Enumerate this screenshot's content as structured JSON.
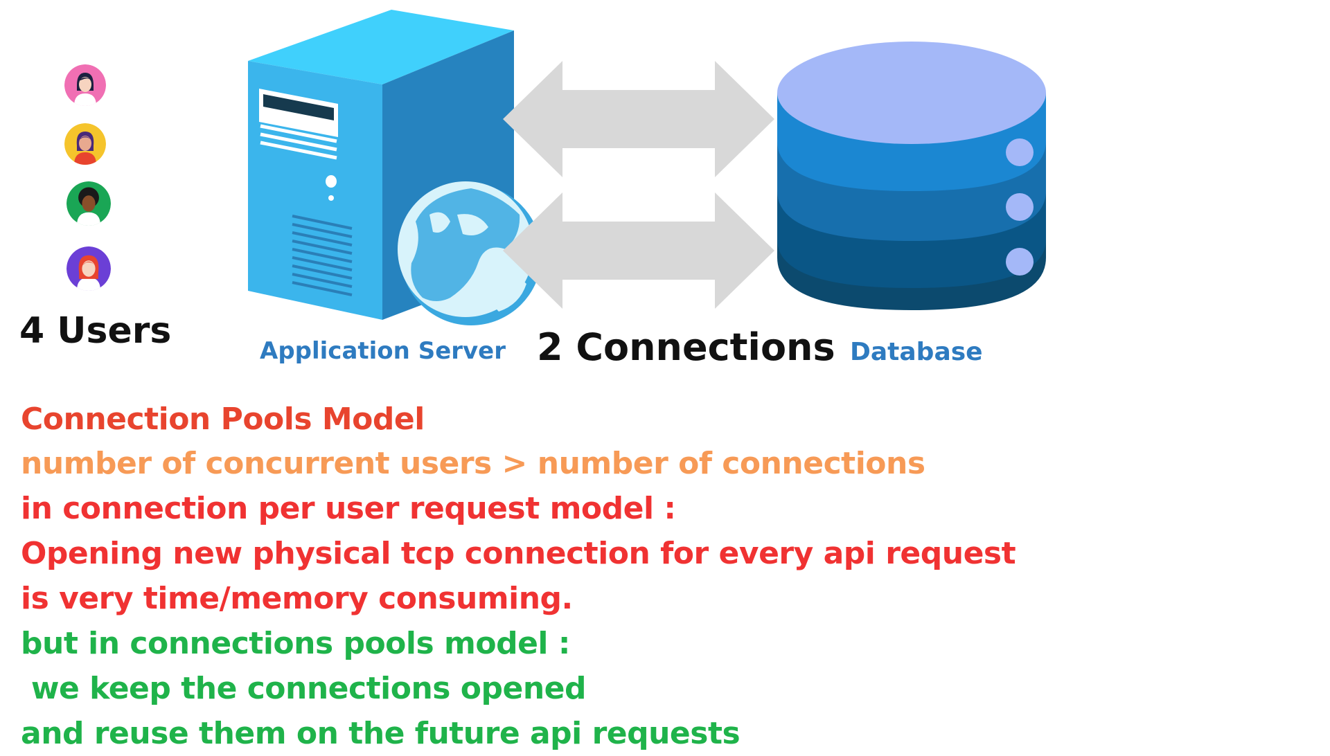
{
  "users": {
    "label": "4 Users",
    "avatars": [
      {
        "bg": "#f06fb3",
        "hair": "#1b2140",
        "skin": "#f7d4c0",
        "icon": "user-avatar-icon"
      },
      {
        "bg": "#f5c42c",
        "hair": "#4a2a7a",
        "skin": "#e8a98f",
        "icon": "user-avatar-icon"
      },
      {
        "bg": "#1aa655",
        "hair": "#1a1a1a",
        "skin": "#8a4f2a",
        "icon": "user-avatar-icon"
      },
      {
        "bg": "#6b3fd6",
        "hair": "#e8442e",
        "skin": "#f7d4c0",
        "icon": "user-avatar-icon"
      }
    ]
  },
  "server": {
    "label": "Application Server",
    "icon": "server-with-globe-icon"
  },
  "connections": {
    "label": "2 Connections",
    "icon": "double-arrow-icon",
    "count": 2
  },
  "database": {
    "label": "Database",
    "icon": "database-icon"
  },
  "text": {
    "title": "Connection Pools Model",
    "line1": "number of concurrent users > number of connections",
    "line2": "in connection per user request model :",
    "line3": "Opening new physical tcp connection for every api request",
    "line4": "is very time/memory consuming.",
    "line5": "but in connections pools model :",
    "line6": " we keep the connections opened",
    "line7": "and reuse them on the future api requests"
  },
  "colors": {
    "title": "#e8442e",
    "line1": "#f79a56",
    "red": "#f03232",
    "green": "#1fb34a",
    "label_blue": "#2e7bc0"
  }
}
